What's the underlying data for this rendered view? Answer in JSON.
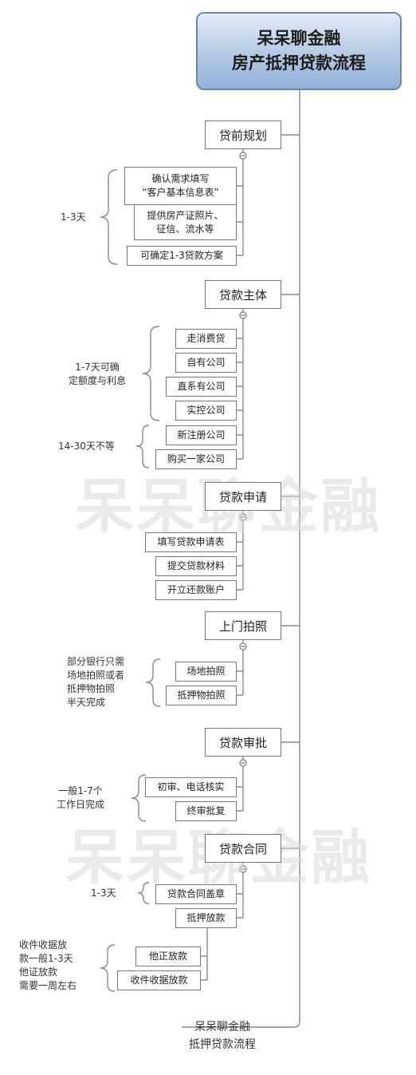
{
  "root": {
    "line1": "呆呆聊金融",
    "line2": "房产抵押贷款流程"
  },
  "watermark": "呆呆聊金融",
  "stages": [
    {
      "label": "贷前规划",
      "items": [
        {
          "l1": "确认需求填写",
          "l2": "“客户基本信息表”"
        },
        {
          "l1": "提供房产证照片、",
          "l2": "征信、流水等"
        },
        {
          "l1": "可确定1-3贷款方案"
        }
      ]
    },
    {
      "label": "贷款主体",
      "items": [
        {
          "l1": "走消费贷"
        },
        {
          "l1": "自有公司"
        },
        {
          "l1": "直系有公司"
        },
        {
          "l1": "实控公司"
        },
        {
          "l1": "新注册公司"
        },
        {
          "l1": "购买一家公司"
        }
      ]
    },
    {
      "label": "贷款申请",
      "items": [
        {
          "l1": "填写贷款申请表"
        },
        {
          "l1": "提交贷款材料"
        },
        {
          "l1": "开立还款账户"
        }
      ]
    },
    {
      "label": "上门拍照",
      "items": [
        {
          "l1": "场地拍照"
        },
        {
          "l1": "抵押物拍照"
        }
      ]
    },
    {
      "label": "贷款审批",
      "items": [
        {
          "l1": "初审、电话核实"
        },
        {
          "l1": "终审批复"
        }
      ]
    },
    {
      "label": "贷款合同",
      "items": [
        {
          "l1": "贷款合同盖章"
        },
        {
          "l1": "抵押放款"
        },
        {
          "l1": "他正放款"
        },
        {
          "l1": "收件收据放款"
        }
      ]
    }
  ],
  "notes": [
    {
      "lines": [
        "1-3天"
      ]
    },
    {
      "lines": [
        "1-7天可确",
        "定额度与利息"
      ]
    },
    {
      "lines": [
        "14-30天不等"
      ]
    },
    {
      "lines": [
        "部分银行只需",
        "场地拍照或者",
        "抵押物拍照",
        "半天完成"
      ]
    },
    {
      "lines": [
        "一般1-7个",
        "工作日完成"
      ]
    },
    {
      "lines": [
        "1-3天"
      ]
    },
    {
      "lines": [
        "收件收据放",
        "款一般1-3天",
        "他证放款",
        "需要一周左右"
      ]
    }
  ],
  "footer": {
    "line1": "呆呆聊金融",
    "line2": "抵押贷款流程"
  }
}
